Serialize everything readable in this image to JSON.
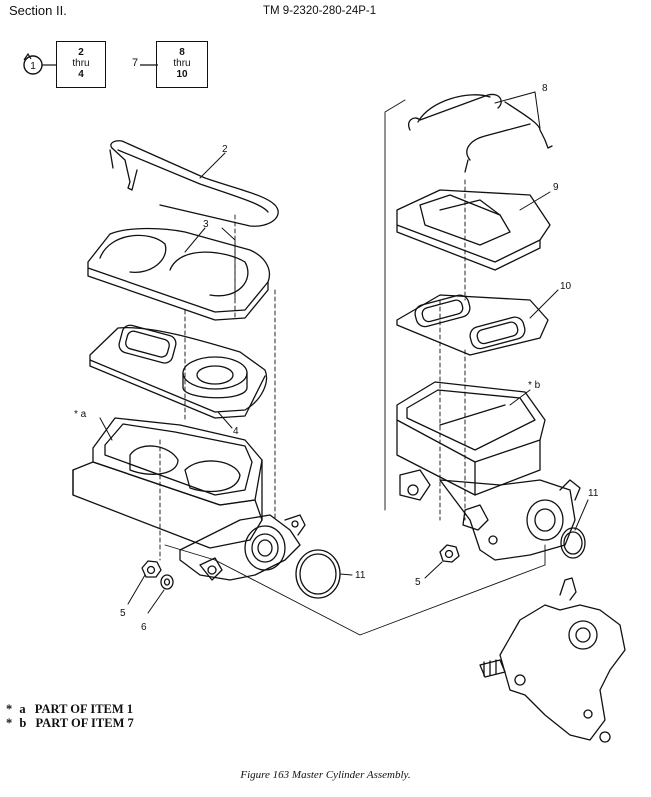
{
  "header": {
    "section": "Section II.",
    "tm_number": "TM 9-2320-280-24P-1"
  },
  "ref_boxes": [
    {
      "callout": "1",
      "range": [
        "2",
        "thru",
        "4"
      ]
    },
    {
      "callout": "7",
      "range": [
        "8",
        "thru",
        "10"
      ]
    }
  ],
  "callouts": {
    "c2": "2",
    "c3": "3",
    "c4": "4",
    "c5a": "5",
    "c6": "6",
    "c11a": "11",
    "c8": "8",
    "c9": "9",
    "c10": "10",
    "c5b": "5",
    "c11b": "11",
    "ca": "* a",
    "cb": "* b"
  },
  "legend": [
    {
      "marker": "*",
      "letter": "a",
      "text": "PART OF ITEM  1"
    },
    {
      "marker": "*",
      "letter": "b",
      "text": "PART OF ITEM  7"
    }
  ],
  "caption": "Figure 163   Master Cylinder Assembly."
}
